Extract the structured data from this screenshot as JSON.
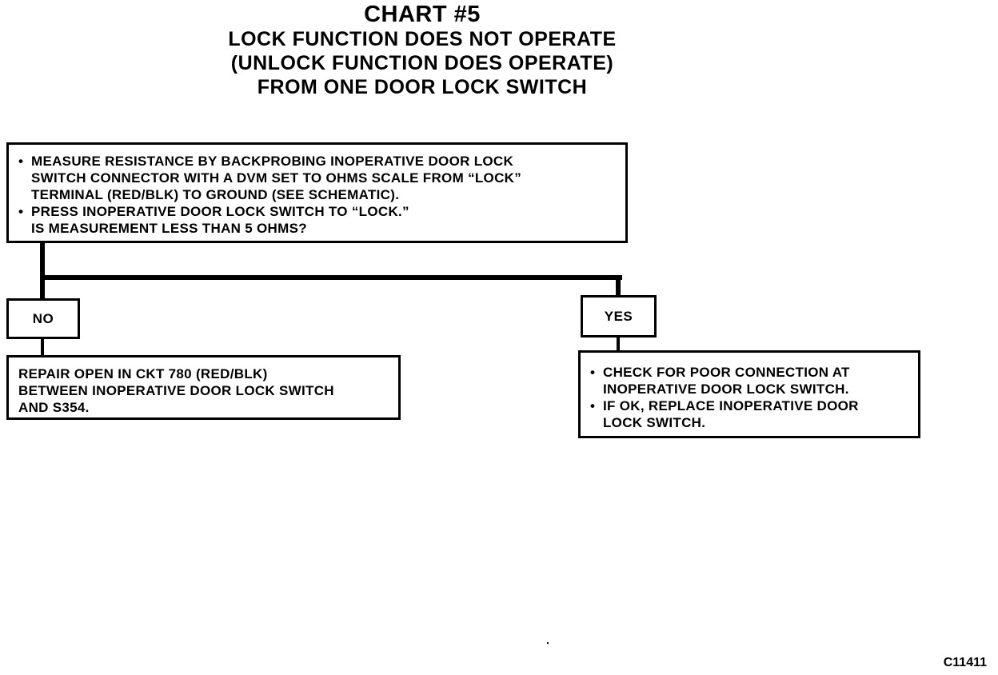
{
  "header": {
    "chart_title": "CHART #5",
    "subtitle_lines": [
      "LOCK FUNCTION DOES NOT OPERATE",
      "(UNLOCK FUNCTION DOES OPERATE)",
      "FROM ONE DOOR LOCK SWITCH"
    ]
  },
  "start_box": {
    "bullets": [
      {
        "bullet": "•",
        "lines": [
          "MEASURE RESISTANCE BY BACKPROBING INOPERATIVE DOOR LOCK",
          "SWITCH CONNECTOR WITH A DVM SET TO OHMS SCALE FROM “LOCK”",
          "TERMINAL (RED/BLK) TO GROUND (SEE SCHEMATIC)."
        ]
      },
      {
        "bullet": "•",
        "lines": [
          "PRESS INOPERATIVE DOOR LOCK SWITCH TO “LOCK.”"
        ]
      }
    ],
    "question": "IS MEASUREMENT LESS THAN 5 OHMS?"
  },
  "no_branch": {
    "label": "NO",
    "result_lines": [
      "REPAIR OPEN IN CKT 780 (RED/BLK)",
      "BETWEEN INOPERATIVE DOOR LOCK SWITCH",
      "AND S354."
    ]
  },
  "yes_branch": {
    "label": "YES",
    "bullets": [
      {
        "bullet": "•",
        "lines": [
          "CHECK FOR POOR CONNECTION AT",
          "INOPERATIVE DOOR LOCK SWITCH."
        ]
      },
      {
        "bullet": "•",
        "lines": [
          "IF OK, REPLACE INOPERATIVE DOOR",
          "LOCK SWITCH."
        ]
      }
    ]
  },
  "figure_code": "C11411"
}
